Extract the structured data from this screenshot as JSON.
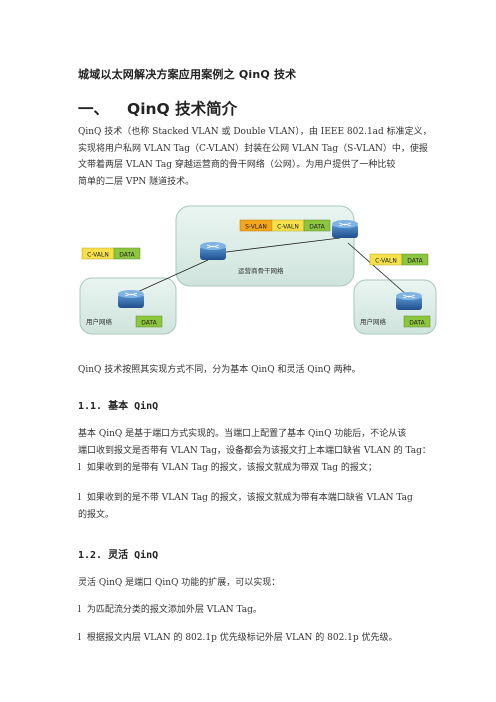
{
  "title": "城域以太网解决方案应用案例之 QinQ 技术",
  "section1": {
    "number": "一、",
    "heading": "QinQ 技术简介",
    "intro_lines": [
      "QinQ 技术（也称 Stacked VLAN 或 Double VLAN），由 IEEE 802.1ad 标准定义，",
      "实现将用户私网 VLAN Tag（C-VLAN）封装在公网 VLAN Tag（S-VLAN）中，使报",
      "文带着两层 VLAN Tag 穿越运营商的骨干网络（公网）。为用户提供了一种比较",
      "简单的二层 VPN 隧道技术。"
    ],
    "after_diagram": "QinQ 技术按照其实现方式不同，分为基本 QinQ 和灵活 QinQ 两种。"
  },
  "diagram": {
    "core_label": "运营商骨干网络",
    "left_label": "用户网络",
    "right_label": "用户网络",
    "tag_svlan": "S-VLAN",
    "tag_cvlan": "C-VALN",
    "tag_data": "DATA",
    "colors": {
      "svlan": "#f4a51c",
      "cvlan": "#f6e14a",
      "data": "#8cc63f",
      "cloud": "#dfeee8",
      "router": "#2f6fb3"
    }
  },
  "section11": {
    "number": "1.1.",
    "heading": "基本 QinQ",
    "body_lines": [
      "基本 QinQ 是基于端口方式实现的。当端口上配置了基本 QinQ 功能后，不论从该",
      "端口收到报文是否带有 VLAN Tag，设备都会为该报文打上本端口缺省 VLAN 的 Tag："
    ],
    "bullets": [
      [
        "如果收到的是带有 VLAN Tag 的报文，该报文就成为带双 Tag 的报文；"
      ],
      [
        "如果收到的是不带 VLAN Tag 的报文，该报文就成为带有本端口缺省 VLAN Tag",
        "的报文。"
      ]
    ]
  },
  "section12": {
    "number": "1.2.",
    "heading": "灵活 QinQ",
    "body_lines": [
      "灵活 QinQ 是端口 QinQ 功能的扩展，可以实现："
    ],
    "bullets": [
      [
        "为匹配流分类的报文添加外层 VLAN Tag。"
      ],
      [
        "根据报文内层 VLAN 的 802.1p 优先级标记外层 VLAN 的 802.1p 优先级。"
      ]
    ]
  },
  "bullet_mark": "l"
}
